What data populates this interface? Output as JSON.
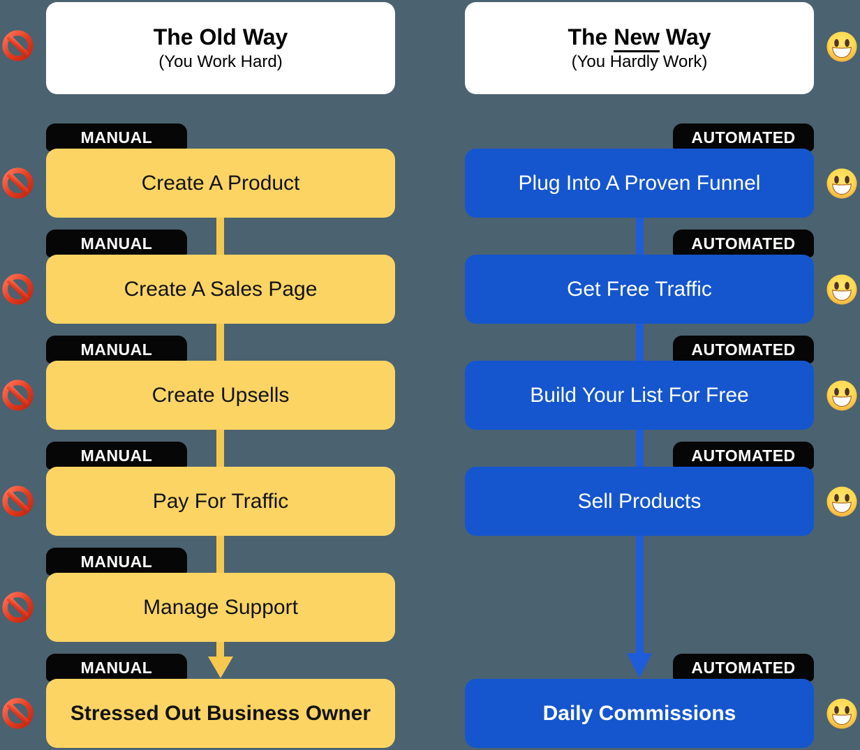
{
  "canvas": {
    "background": "#4B6270"
  },
  "old_way": {
    "icon": "prohibited-icon",
    "icon_color": "#D42B15",
    "header": {
      "title": "The Old Way",
      "subtitle": "(You Work Hard)"
    },
    "tag": "MANUAL",
    "steps": [
      "Create A Product",
      "Create A Sales Page",
      "Create Upsells",
      "Pay For Traffic",
      "Manage Support",
      "Stressed Out Business Owner"
    ],
    "colors": {
      "box": "#FBD464",
      "connector": "#F7C84E",
      "text": "#131313",
      "tag_bg": "#060606",
      "tag_text": "#FFFFFF"
    }
  },
  "new_way": {
    "icon": "smiley-icon",
    "icon_color": "#FFD84F",
    "header": {
      "title_prefix": "The",
      "title_underlined": "New",
      "title_suffix": "Way",
      "subtitle": "(You Hardly Work)"
    },
    "tag": "AUTOMATED",
    "steps": [
      "Plug Into A Proven Funnel",
      "Get Free Traffic",
      "Build Your List For Free",
      "Sell Products",
      "Daily Commissions"
    ],
    "colors": {
      "box": "#1556CE",
      "connector": "#1E5CD9",
      "text": "#FFFFFF",
      "tag_bg": "#060606",
      "tag_text": "#FFFFFF"
    }
  }
}
